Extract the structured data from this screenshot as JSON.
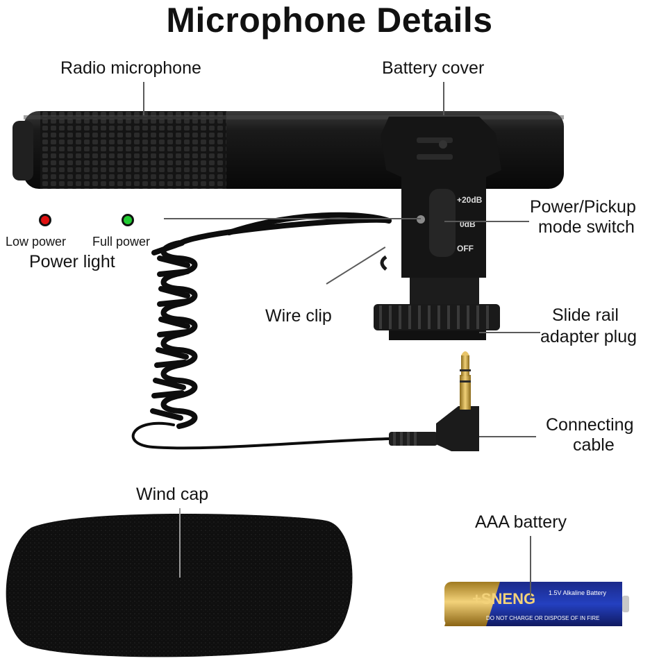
{
  "title": "Microphone Details",
  "labels": {
    "radio_microphone": "Radio microphone",
    "battery_cover": "Battery cover",
    "low_power": "Low power",
    "full_power": "Full power",
    "power_light": "Power light",
    "power_pickup_line1": "Power/Pickup",
    "power_pickup_line2": "mode switch",
    "wire_clip": "Wire clip",
    "slide_rail_line1": "Slide rail",
    "slide_rail_line2": "adapter plug",
    "connecting_line1": "Connecting",
    "connecting_line2": "cable",
    "wind_cap": "Wind cap",
    "aaa_battery": "AAA battery"
  },
  "switch_marks": [
    "+20dB",
    "0dB",
    "OFF"
  ],
  "battery_text": {
    "brand": "+SNENG",
    "voltage": "1.5V Alkaline Battery",
    "warning": "DO NOT CHARGE OR DISPOSE OF IN FIRE"
  },
  "colors": {
    "low_power_led": "#e01010",
    "full_power_led": "#22cc33",
    "leader_line": "#5a5a5a"
  }
}
